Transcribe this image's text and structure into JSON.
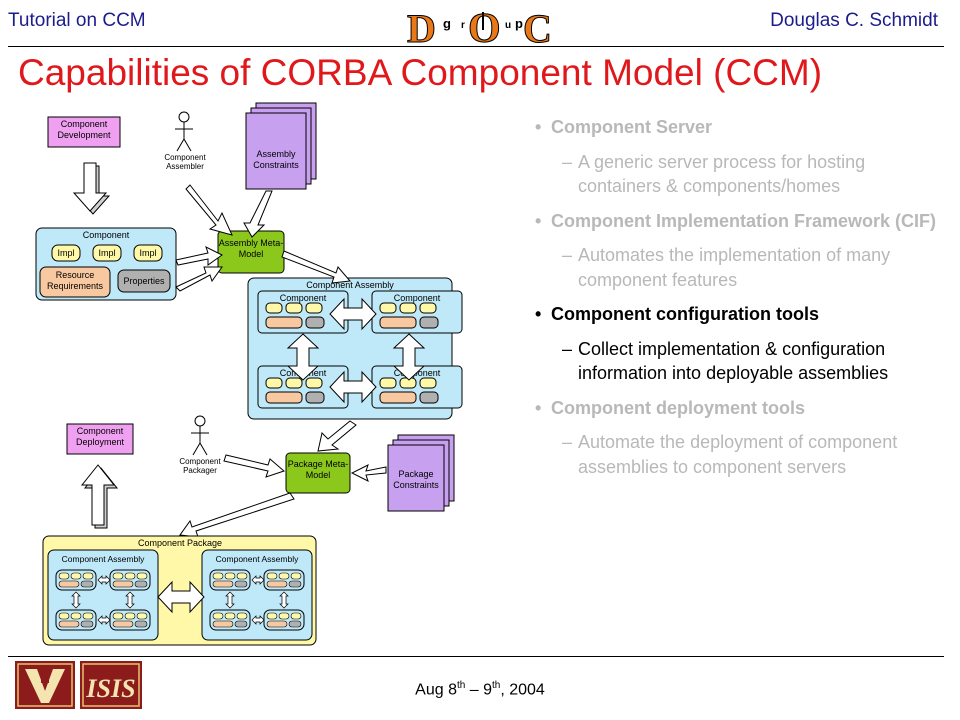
{
  "header": {
    "left": "Tutorial on CCM",
    "right": "Douglas C. Schmidt",
    "logo_letters": [
      "D",
      "g",
      "r",
      "O",
      "u",
      "p",
      "C"
    ]
  },
  "title": "Capabilities of CORBA Component Model (CCM)",
  "diagram": {
    "component_development": "Component Development",
    "component_assembler": "Component Assembler",
    "assembly_constraints": "Assembly Constraints",
    "component": "Component",
    "impl": "Impl",
    "resource_requirements": "Resource Requirements",
    "properties": "Properties",
    "assembly_meta_model": "Assembly Meta-Model",
    "component_assembly": "Component Assembly",
    "component_deployment": "Component Deployment",
    "component_packager": "Component Packager",
    "package_meta_model": "Package Meta-Model",
    "package_constraints": "Package Constraints",
    "component_package": "Component Package"
  },
  "bullets": [
    {
      "text": "Component Server",
      "active": false,
      "sub": [
        "A generic server process for hosting containers & components/homes"
      ]
    },
    {
      "text": "Component Implementation Framework (CIF)",
      "active": false,
      "sub": [
        "Automates the implementation of many component features"
      ]
    },
    {
      "text": "Component configuration tools",
      "active": true,
      "sub": [
        "Collect implementation & configuration information into deployable assemblies"
      ]
    },
    {
      "text": "Component deployment tools",
      "active": false,
      "sub": [
        "Automate the deployment of component assemblies to component servers"
      ]
    }
  ],
  "footer": {
    "date_part1": "Aug 8",
    "sup1": "th",
    "date_part2": " – 9",
    "sup2": "th",
    "date_part3": ", 2004",
    "logo_isis": "ISIS"
  },
  "colors": {
    "title": "#e0181c",
    "header": "#1c1c8c",
    "inactive": "#b8b8b8",
    "active": "#000000",
    "pink": "#f0a0f0",
    "blue": "#bfe8f8",
    "green": "#8cc81c",
    "purple": "#c8a0f0",
    "orange": "#f8c8a0",
    "yellow": "#fff8a8",
    "gray": "#b0b0b0"
  }
}
